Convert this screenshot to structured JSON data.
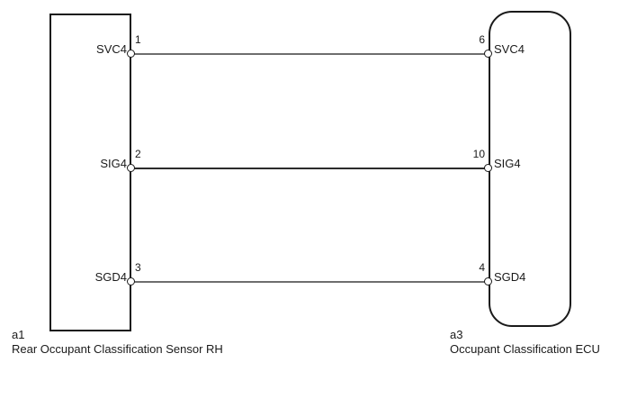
{
  "diagram": {
    "left_component": {
      "code": "a1",
      "name": "Rear Occupant Classification Sensor RH",
      "pins": [
        {
          "label": "SVC4",
          "number": "1"
        },
        {
          "label": "SIG4",
          "number": "2"
        },
        {
          "label": "SGD4",
          "number": "3"
        }
      ]
    },
    "right_component": {
      "code": "a3",
      "name": "Occupant Classification ECU",
      "pins": [
        {
          "label": "SVC4",
          "number": "6"
        },
        {
          "label": "SIG4",
          "number": "10"
        },
        {
          "label": "SGD4",
          "number": "4"
        }
      ]
    },
    "wires": [
      {
        "signal": "SVC4",
        "from_pin": "1",
        "to_pin": "6",
        "color": "#6e6e6e"
      },
      {
        "signal": "SIG4",
        "from_pin": "2",
        "to_pin": "10",
        "color": "#2b2b2b"
      },
      {
        "signal": "SGD4",
        "from_pin": "3",
        "to_pin": "4",
        "color": "#6e6e6e"
      }
    ],
    "colors": {
      "outline": "#1a1a1a",
      "background": "#ffffff"
    }
  }
}
